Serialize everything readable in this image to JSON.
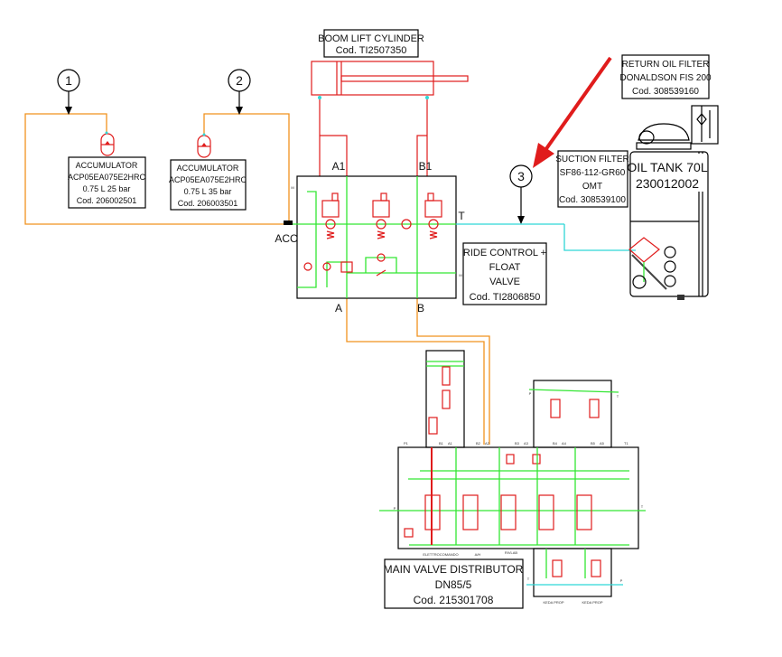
{
  "diagram": {
    "title": "Hydraulic circuit - ride control and float valve",
    "colors": {
      "pressure_line": "#f0921e",
      "internal_line": "#33e633",
      "return_line": "#2fd6d6",
      "component": "#e01c1c",
      "pointer_arrow": "#e01c1c"
    },
    "callouts": [
      {
        "number": "1"
      },
      {
        "number": "2"
      },
      {
        "number": "3"
      }
    ],
    "components": {
      "boom_cylinder": {
        "line1": "BOOM LIFT CYLINDER",
        "line2": "Cod. TI2507350"
      },
      "return_filter": {
        "line1": "RETURN OIL FILTER",
        "line2": "DONALDSON FIS 200",
        "line3": "Cod. 308539160"
      },
      "suction_filter": {
        "line1": "SUCTION FILTER",
        "line2": "SF86-112-GR60",
        "line3": "OMT",
        "line4": "Cod. 308539100"
      },
      "oil_tank": {
        "line1": "OIL TANK 70L",
        "line2": "230012002"
      },
      "accumulator_1": {
        "line1": "ACCUMULATOR",
        "line2": "ACP05EA075E2HRC",
        "line3": "0.75 L 25 bar",
        "line4": "Cod. 206002501"
      },
      "accumulator_2": {
        "line1": "ACCUMULATOR",
        "line2": "ACP05EA075E2HRC",
        "line3": "0.75 L 35 bar",
        "line4": "Cod. 206003501"
      },
      "ride_control": {
        "line1": "RIDE CONTROL +",
        "line2": "FLOAT",
        "line3": "VALVE",
        "line4": "Cod. TI2806850"
      },
      "main_valve": {
        "line1": "MAIN VALVE DISTRIBUTOR",
        "line2": "DN85/5",
        "line3": "Cod. 215301708"
      }
    },
    "port_labels": {
      "a1": "A1",
      "b1": "B1",
      "a": "A",
      "b": "B",
      "t": "T",
      "acc": "ACC",
      "m_left": "M",
      "m_right": "M"
    },
    "distributor_ports": [
      "P1",
      "B1",
      "A1",
      "B2",
      "A2",
      "B3",
      "A3",
      "B4",
      "A4",
      "B5",
      "A5",
      "T1"
    ],
    "distributor_port_p": "P",
    "distributor_port_t": "T",
    "upper_block_ports": {
      "p": "P",
      "t": "T"
    },
    "lower_block_ports": {
      "t": "T",
      "p": "P"
    },
    "distributor_sublabels": [
      "ELETTROCOMANDO",
      "A/H",
      "RIVLAB"
    ],
    "lower_block_sublabels": [
      "KEDA PROP",
      "KEDA PROP"
    ]
  }
}
